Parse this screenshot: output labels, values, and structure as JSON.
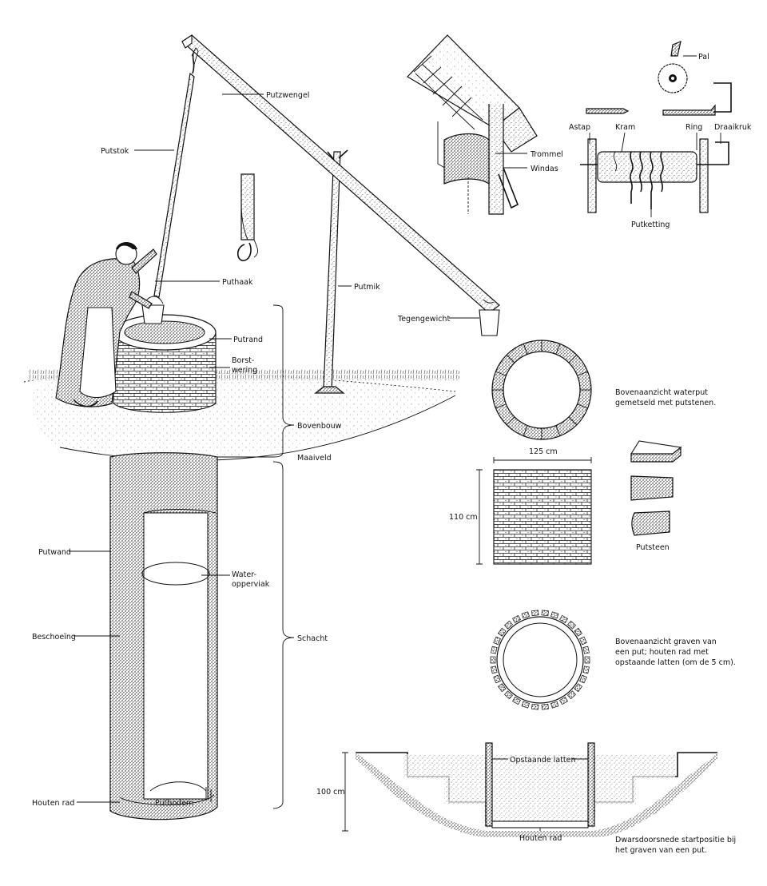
{
  "labels": {
    "putzwengel": "Putzwengel",
    "putstok": "Putstok",
    "puthaak": "Puthaak",
    "putmik": "Putmik",
    "tegengewicht": "Tegengewicht",
    "putrand": "Putrand",
    "borstwering_1": "Borst-",
    "borstwering_2": "wering",
    "bovenbouw": "Bovenbouw",
    "maaiveld": "Maaiveld",
    "putwand": "Putwand",
    "wateroppervlak_1": "Water-",
    "wateroppervlak_2": "opperviak",
    "beschoeing": "Beschoeïng",
    "schacht": "Schacht",
    "houten_rad_left": "Houten rad",
    "putbodem": "Putbodem",
    "pal": "Pal",
    "astap": "Astap",
    "kram": "Kram",
    "ring": "Ring",
    "draaikruk": "Draaikruk",
    "trommel": "Trommel",
    "windas": "Windas",
    "putketting": "Putketting",
    "brick_top_caption_1": "Bovenaanzicht waterput",
    "brick_top_caption_2": "gemetseld met putstenen.",
    "dim_125": "125 cm",
    "dim_110": "110 cm",
    "putsteen": "Putsteen",
    "slats_caption_1": "Bovenaanzicht graven van",
    "slats_caption_2": "een put; houten rad met",
    "slats_caption_3": "opstaande latten (om de 5 cm).",
    "dim_100": "100 cm",
    "opstaande_latten": "Opstaande latten",
    "houten_rad_bottom": "Houten rad",
    "section_caption_1": "Dwarsdoorsnede startpositie bij",
    "section_caption_2": "het graven van een put."
  }
}
